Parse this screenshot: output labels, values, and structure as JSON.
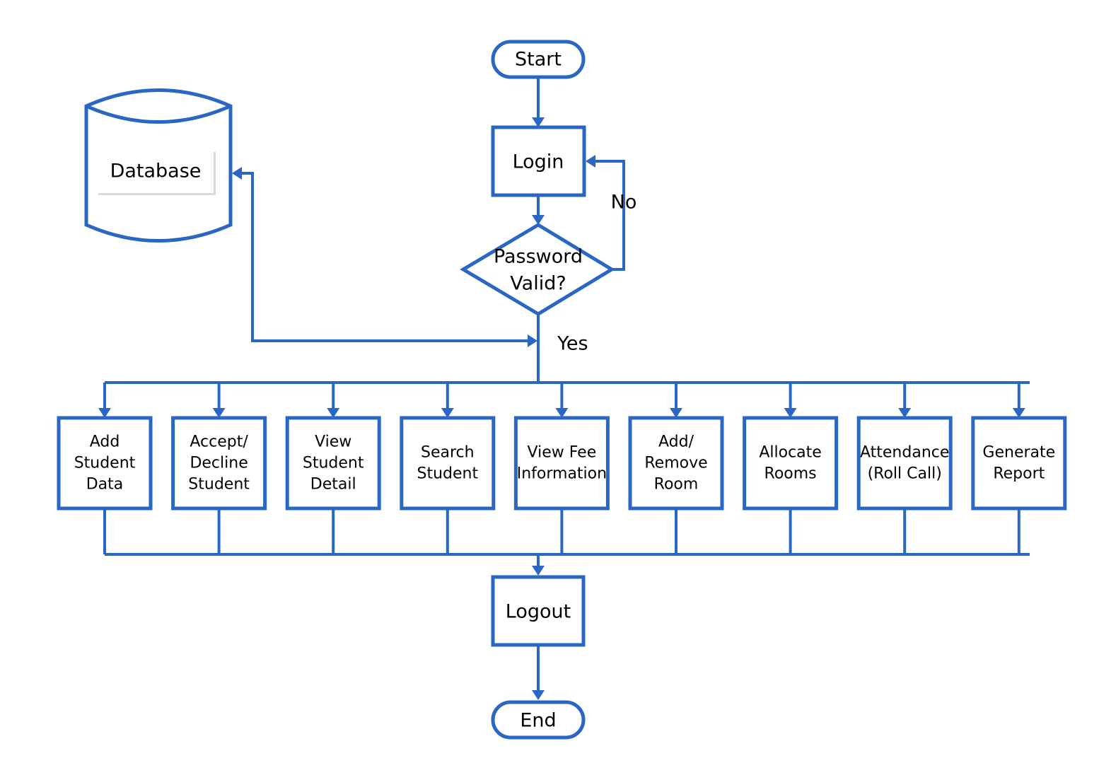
{
  "colors": {
    "stroke": "#2a67c4",
    "fill": "#ffffff",
    "text": "#000000"
  },
  "nodes": {
    "start": "Start",
    "login": "Login",
    "decision": [
      "Password",
      "Valid?"
    ],
    "database": "Database",
    "logout": "Logout",
    "end": "End"
  },
  "edge_labels": {
    "no": "No",
    "yes": "Yes"
  },
  "actions": [
    {
      "id": "add-student-data",
      "lines": [
        "Add",
        "Student",
        "Data"
      ]
    },
    {
      "id": "accept-decline-student",
      "lines": [
        "Accept/",
        "Decline",
        "Student"
      ]
    },
    {
      "id": "view-student-detail",
      "lines": [
        "View",
        "Student",
        "Detail"
      ]
    },
    {
      "id": "search-student",
      "lines": [
        "Search",
        "Student"
      ]
    },
    {
      "id": "view-fee-information",
      "lines": [
        "View Fee",
        "Information"
      ]
    },
    {
      "id": "add-remove-room",
      "lines": [
        "Add/",
        "Remove",
        "Room"
      ]
    },
    {
      "id": "allocate-rooms",
      "lines": [
        "Allocate",
        "Rooms"
      ]
    },
    {
      "id": "attendance-roll-call",
      "lines": [
        "Attendance",
        "(Roll Call)"
      ]
    },
    {
      "id": "generate-report",
      "lines": [
        "Generate",
        "Report"
      ]
    }
  ]
}
